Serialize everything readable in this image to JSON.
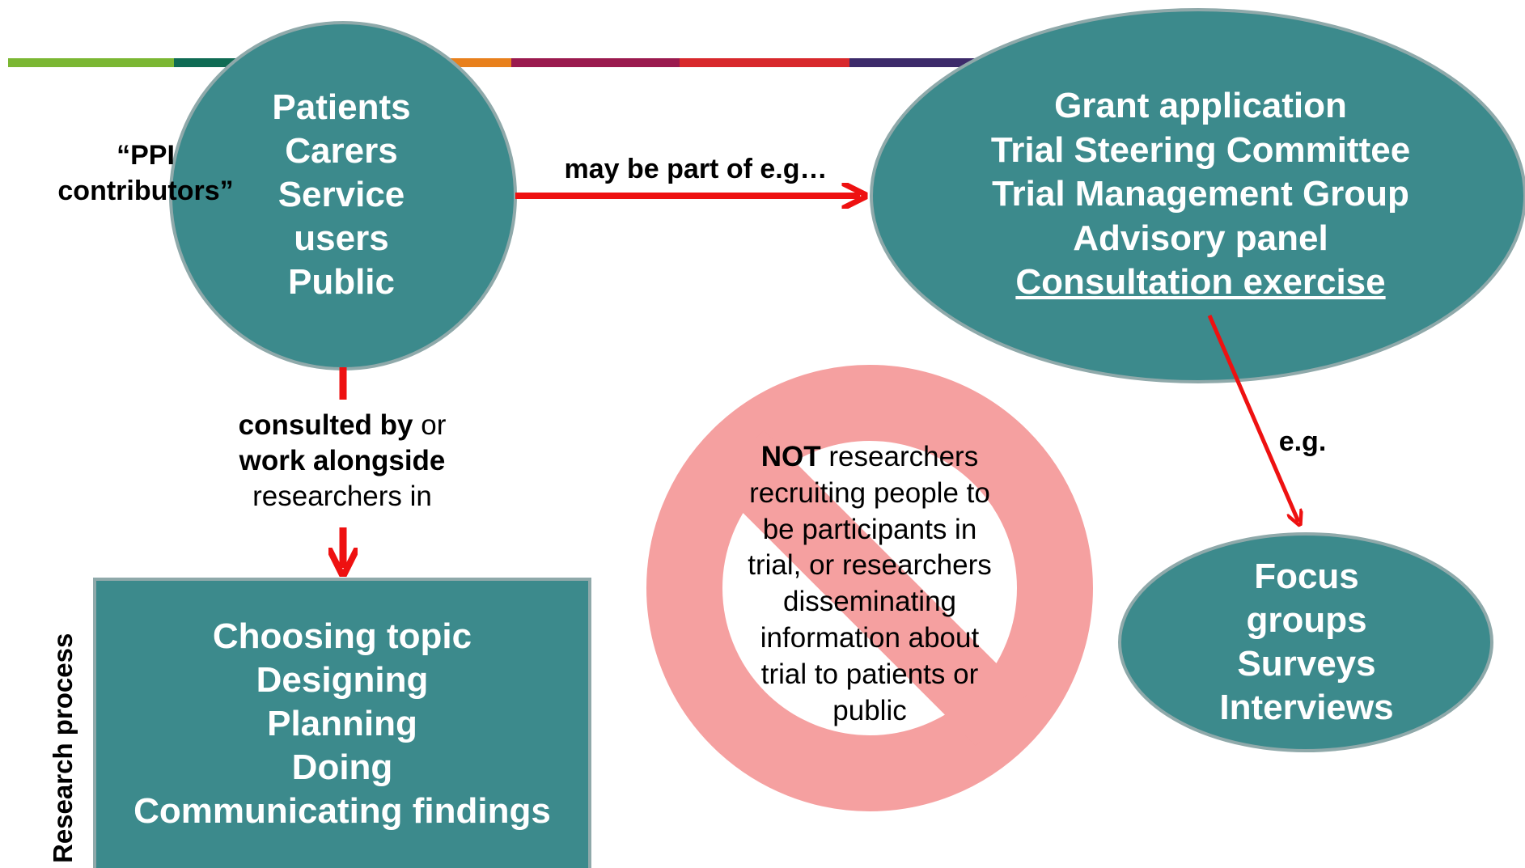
{
  "colors": {
    "teal": "#3c8a8c",
    "teal_border": "#8fa9aa",
    "arrow_red": "#ee1111",
    "no_sign_pink": "#f5a0a0",
    "stripe": [
      "#7bb733",
      "#0f6b54",
      "#e8801c",
      "#9a1a4e",
      "#d8282c",
      "#3c2a6a"
    ]
  },
  "ppi_label": {
    "line1": "“PPI",
    "line2": "contributors”"
  },
  "patients_node": {
    "lines": [
      "Patients",
      "Carers",
      "Service",
      "users",
      "Public"
    ]
  },
  "arrow_may_be": {
    "label": "may be part of e.g…"
  },
  "groups_node": {
    "lines": [
      "Grant application",
      "Trial Steering Committee",
      "Trial Management Group",
      "Advisory panel"
    ],
    "underlined_line": "Consultation exercise"
  },
  "arrow_consulted": {
    "bold1": "consulted by",
    "plain1": " or",
    "bold2": "work alongside",
    "plain2": "researchers in"
  },
  "arrow_eg": {
    "label": "e.g."
  },
  "not_sign": {
    "bold": "NOT",
    "line1_rest": " researchers",
    "lines": [
      "recruiting people to",
      "be participants in",
      "trial, or researchers",
      "disseminating",
      "information about",
      "trial to patients or",
      "public"
    ]
  },
  "methods_node": {
    "lines": [
      "Focus",
      "groups",
      "Surveys",
      "Interviews"
    ]
  },
  "process_box": {
    "side_label": "Research process",
    "lines": [
      "Choosing topic",
      "Designing",
      "Planning",
      "Doing",
      "Communicating findings"
    ]
  }
}
